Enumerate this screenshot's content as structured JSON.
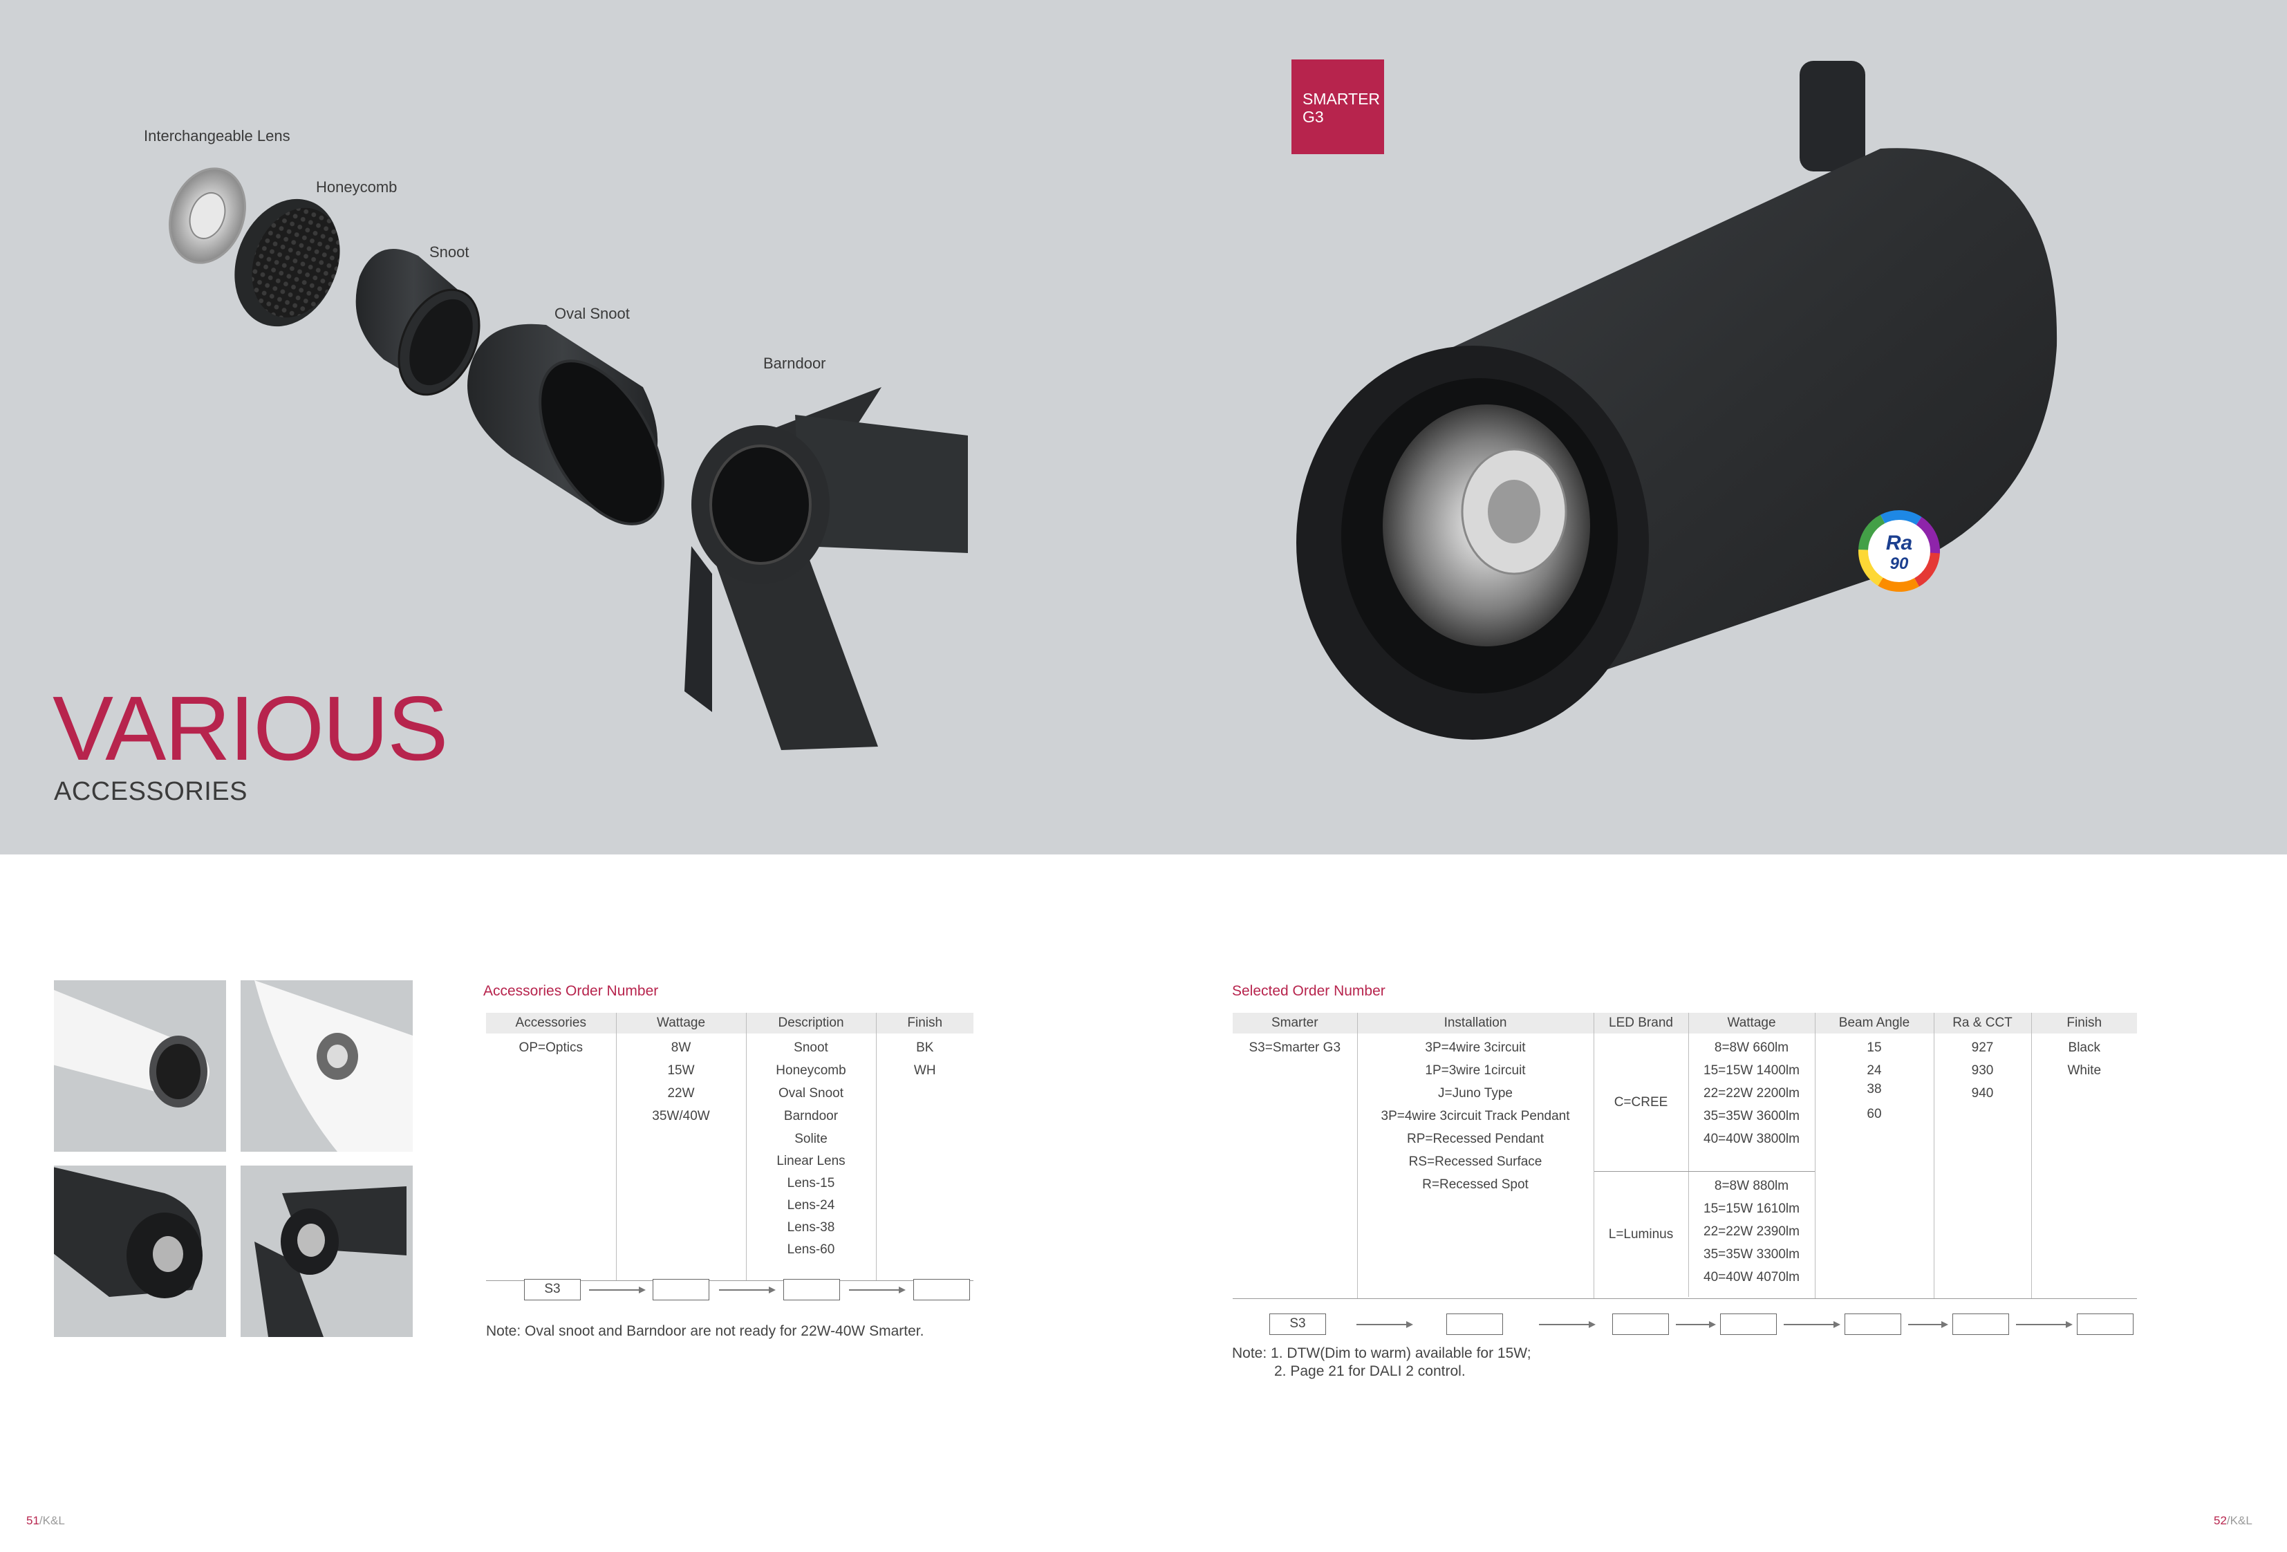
{
  "banner": {
    "exploded_labels": {
      "lens": "Interchangeable Lens",
      "honeycomb": "Honeycomb",
      "snoot": "Snoot",
      "oval_snoot": "Oval Snoot",
      "barndoor": "Barndoor"
    },
    "title": "VARIOUS",
    "subtitle": "ACCESSORIES",
    "badge": {
      "line1": "SMARTER",
      "line2": "G3"
    },
    "ra_badge": {
      "label": "Ra",
      "value": "90"
    }
  },
  "colors": {
    "accent": "#b7244d",
    "banner_bg": "#cfd2d5",
    "fixture": "#2b2d2f"
  },
  "accessories_table": {
    "title": "Accessories Order Number",
    "headers": [
      "Accessories",
      "Wattage",
      "Description",
      "Finish"
    ],
    "columns": [
      [
        "OP=Optics"
      ],
      [
        "8W",
        "15W",
        "22W",
        "35W/40W"
      ],
      [
        "Snoot",
        "Honeycomb",
        "Oval Snoot",
        "Barndoor",
        "Solite",
        "Linear Lens",
        "Lens-15",
        "Lens-24",
        "Lens-38",
        "Lens-60"
      ],
      [
        "BK",
        "WH"
      ]
    ],
    "order_prefix": "S3",
    "note": "Note: Oval snoot and Barndoor are not ready for 22W-40W Smarter."
  },
  "selected_table": {
    "title": "Selected Order Number",
    "headers": [
      "Smarter",
      "Installation",
      "LED Brand",
      "Wattage",
      "Beam Angle",
      "Ra & CCT",
      "Finish"
    ],
    "smarter": [
      "S3=Smarter G3"
    ],
    "installation": [
      "3P=4wire 3circuit",
      "1P=3wire 1circuit",
      "J=Juno Type",
      "3P=4wire 3circuit Track Pendant",
      "RP=Recessed Pendant",
      "RS=Recessed Surface",
      "R=Recessed Spot"
    ],
    "led_brand": [
      "C=CREE",
      "L=Luminus"
    ],
    "wattage_cree": [
      "8=8W 660lm",
      "15=15W 1400lm",
      "22=22W 2200lm",
      "35=35W 3600lm",
      "40=40W 3800lm"
    ],
    "wattage_luminus": [
      "8=8W 880lm",
      "15=15W 1610lm",
      "22=22W 2390lm",
      "35=35W 3300lm",
      "40=40W 4070lm"
    ],
    "beam_angle": [
      "15",
      "24",
      "38",
      "60"
    ],
    "ra_cct": [
      "927",
      "930",
      "940"
    ],
    "finish": [
      "Black",
      "White"
    ],
    "order_prefix": "S3",
    "note_line1": "Note: 1. DTW(Dim to warm) available for 15W;",
    "note_line2": "2. Page 21 for DALI 2 control."
  },
  "footer": {
    "left_page": "51",
    "left_brand": "/K&L",
    "right_page": "52",
    "right_brand": "/K&L"
  }
}
